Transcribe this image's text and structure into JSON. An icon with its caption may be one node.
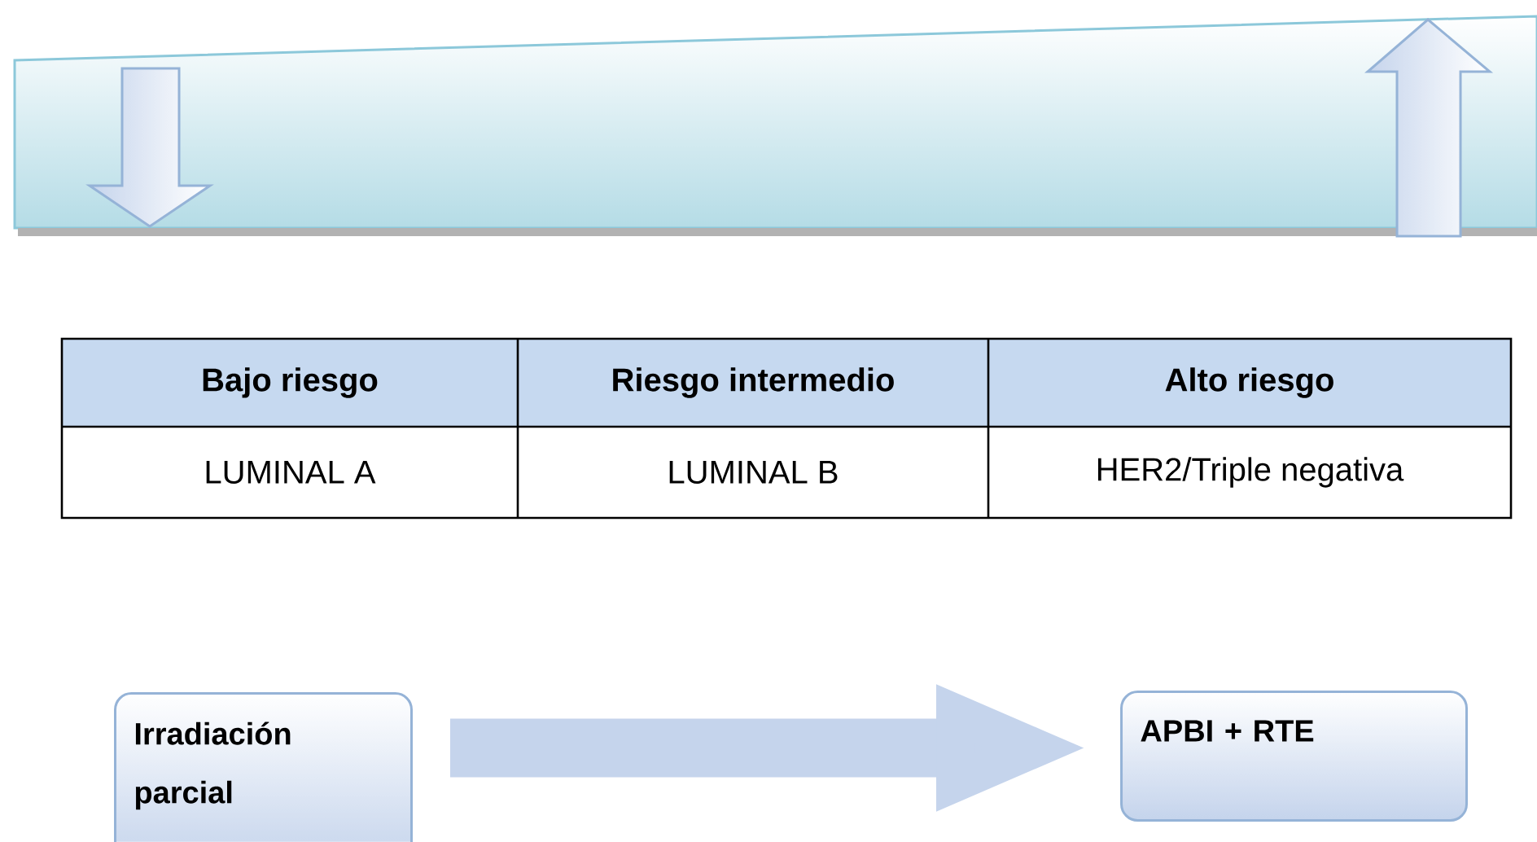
{
  "diagram": {
    "nodes": [
      {
        "text": [
          "Irradiación parcial"
        ]
      },
      {
        "text": [
          "APBI + RTE"
        ]
      }
    ],
    "edges": [
      {
        "from": 0,
        "to": 1,
        "arrow": "to"
      }
    ],
    "labels": [
      "Bajo riesgo",
      "Riesgo intermedio",
      "Alto riesgo",
      "LUMINAL A",
      "LUMINAL B",
      "HER2/Triple negativa"
    ]
  }
}
